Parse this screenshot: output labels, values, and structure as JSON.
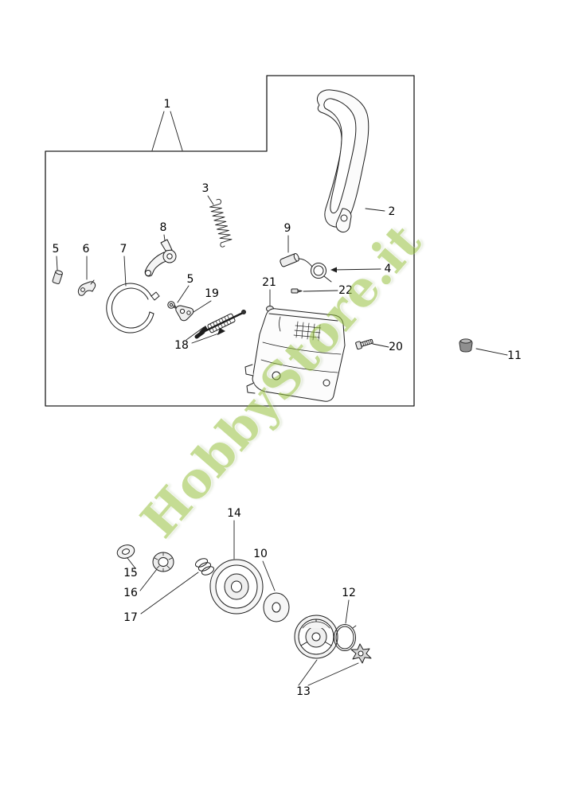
{
  "watermark": {
    "text": "HobbyStore.it",
    "color": "#96c13e"
  },
  "line_color": "#1d1d1d",
  "callouts": [
    {
      "id": "1",
      "text": "1"
    },
    {
      "id": "2",
      "text": "2"
    },
    {
      "id": "3",
      "text": "3"
    },
    {
      "id": "8",
      "text": "8"
    },
    {
      "id": "9",
      "text": "9"
    },
    {
      "id": "5a",
      "text": "5"
    },
    {
      "id": "6",
      "text": "6"
    },
    {
      "id": "7",
      "text": "7"
    },
    {
      "id": "4",
      "text": "4"
    },
    {
      "id": "5b",
      "text": "5"
    },
    {
      "id": "21",
      "text": "21"
    },
    {
      "id": "22",
      "text": "22"
    },
    {
      "id": "19",
      "text": "19"
    },
    {
      "id": "18",
      "text": "18"
    },
    {
      "id": "20",
      "text": "20"
    },
    {
      "id": "11",
      "text": "11"
    },
    {
      "id": "14",
      "text": "14"
    },
    {
      "id": "10",
      "text": "10"
    },
    {
      "id": "15",
      "text": "15"
    },
    {
      "id": "16",
      "text": "16"
    },
    {
      "id": "12",
      "text": "12"
    },
    {
      "id": "17",
      "text": "17"
    },
    {
      "id": "13",
      "text": "13"
    }
  ]
}
